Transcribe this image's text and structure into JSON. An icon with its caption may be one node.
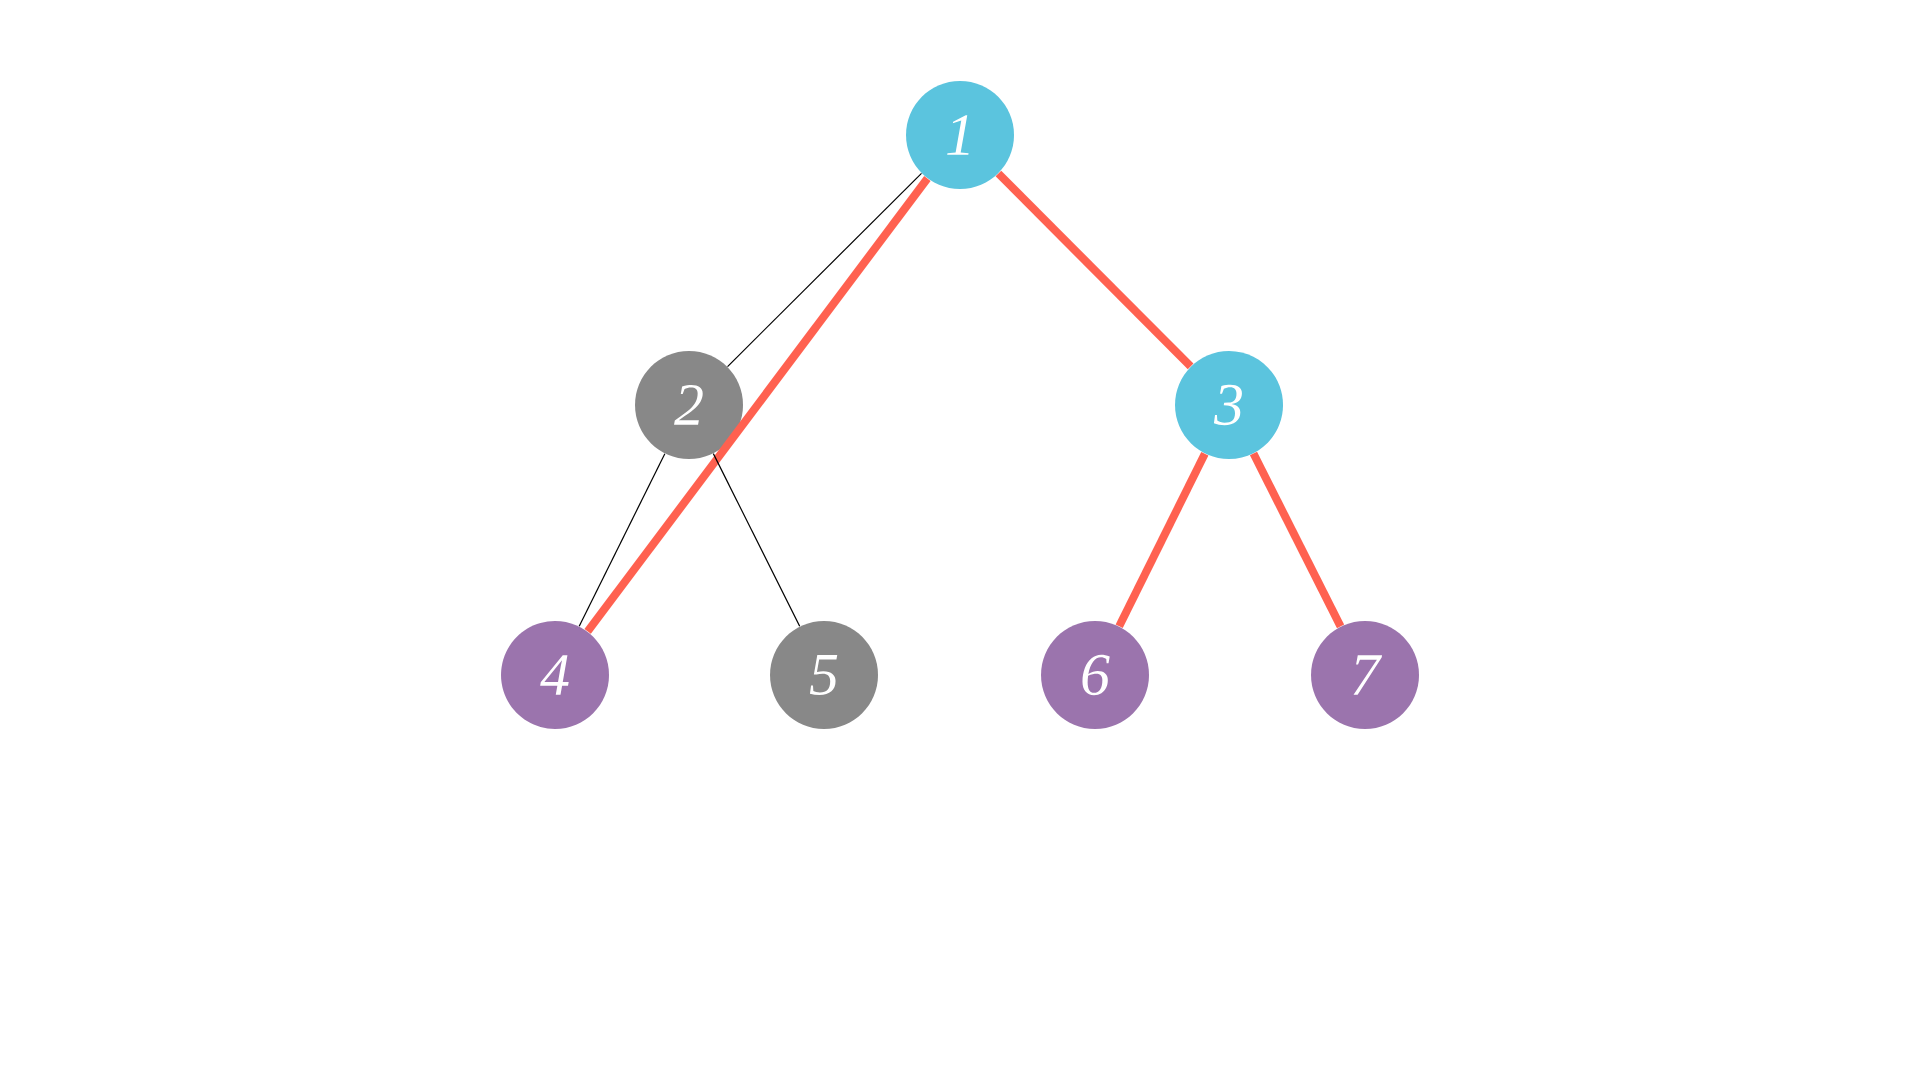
{
  "diagram": {
    "nodes": [
      {
        "text": [
          "1"
        ]
      },
      {
        "text": [
          "2"
        ]
      },
      {
        "text": [
          "3"
        ]
      },
      {
        "text": [
          "4"
        ]
      },
      {
        "text": [
          "5"
        ]
      },
      {
        "text": [
          "6"
        ]
      },
      {
        "text": [
          "7"
        ]
      }
    ],
    "edges": [
      {
        "from": 0,
        "to": 1,
        "arrow": "none",
        "color": "#000000"
      },
      {
        "from": 0,
        "to": 3,
        "arrow": "none"
      },
      {
        "from": 0,
        "to": 2,
        "arrow": "none"
      },
      {
        "from": 1,
        "to": 3,
        "arrow": "none",
        "color": "#000000"
      },
      {
        "from": 1,
        "to": 4,
        "arrow": "none",
        "color": "#000000"
      },
      {
        "from": 2,
        "to": 5,
        "arrow": "none"
      },
      {
        "from": 2,
        "to": 6,
        "arrow": "none"
      }
    ]
  }
}
